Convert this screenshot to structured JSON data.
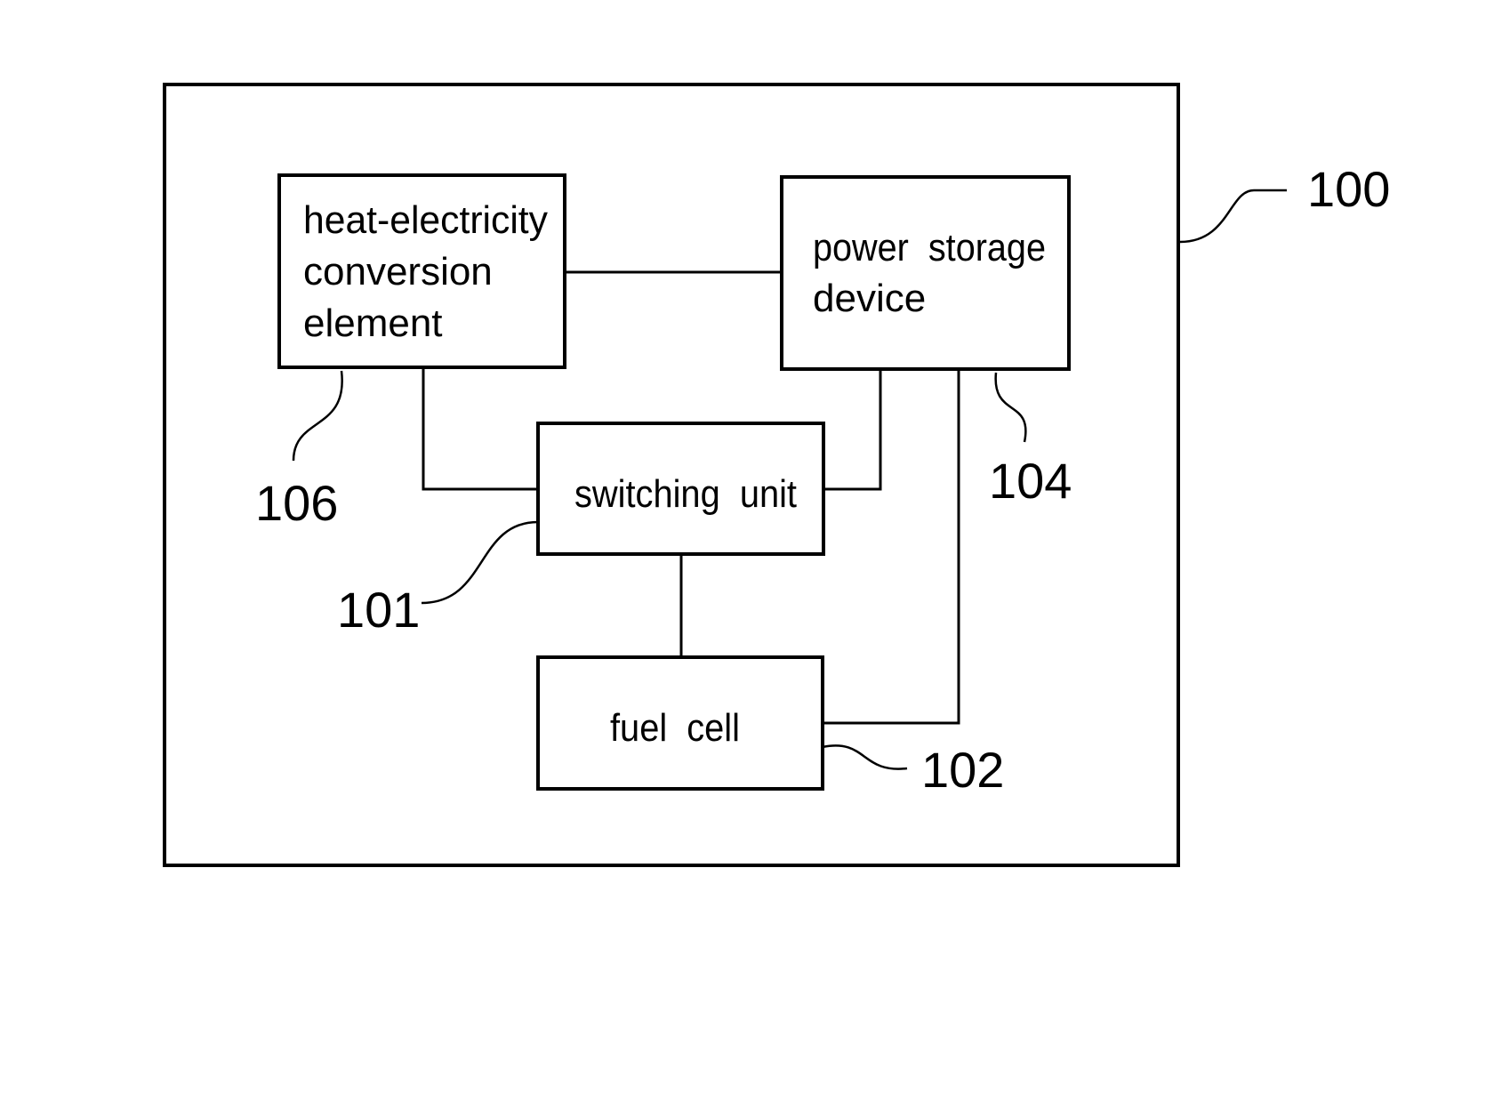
{
  "system": {
    "ref": "100"
  },
  "blocks": {
    "heat_electricity": {
      "lines": [
        "heat-electricity",
        "conversion",
        "element"
      ],
      "ref": "106"
    },
    "power_storage": {
      "lines": [
        "power  storage",
        "device"
      ],
      "ref": "104"
    },
    "switching_unit": {
      "label": "switching  unit",
      "ref": "101"
    },
    "fuel_cell": {
      "label": "fuel  cell",
      "ref": "102"
    }
  }
}
